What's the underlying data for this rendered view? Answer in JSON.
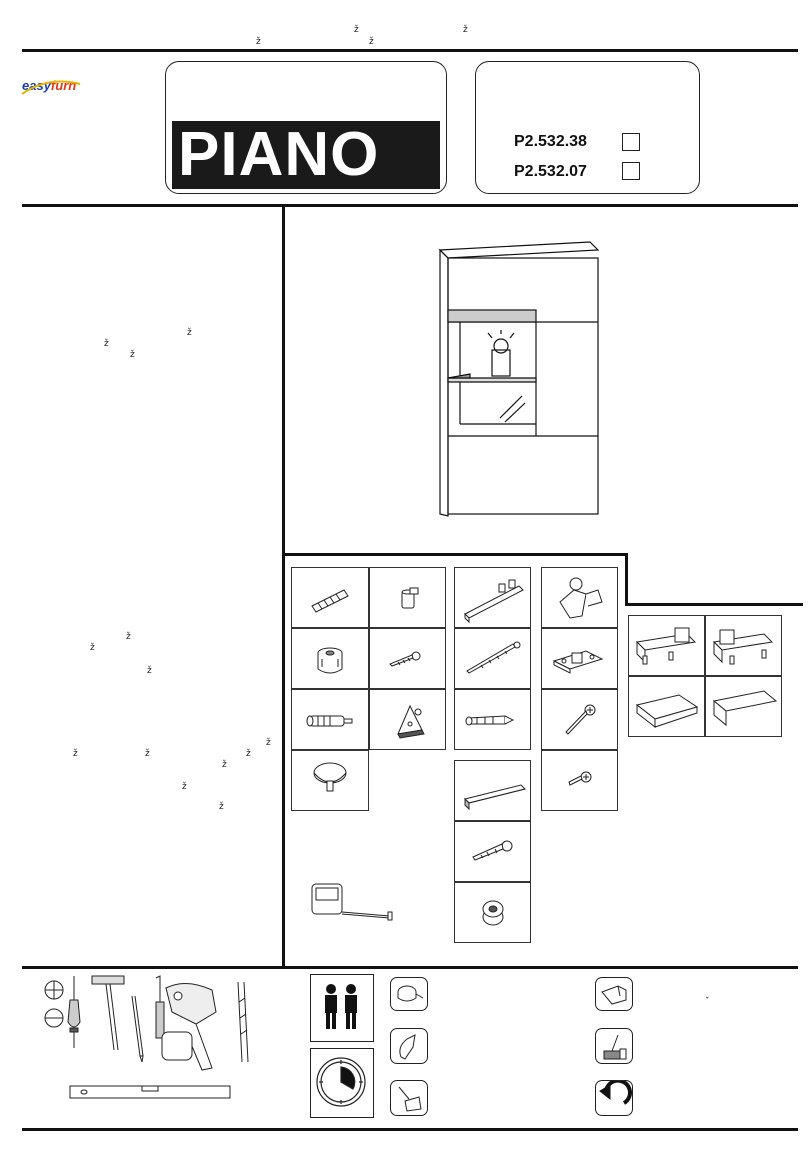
{
  "header": {
    "stray_marks": [
      "ž",
      "ž",
      "ž",
      "ž"
    ]
  },
  "brand": {
    "logo_part1": "easy",
    "logo_part2": "fürn"
  },
  "product": {
    "name": "PIANO",
    "codes": [
      {
        "code": "P2.532.38",
        "checked": false
      },
      {
        "code": "P2.532.07",
        "checked": false
      }
    ]
  },
  "left_column": {
    "marks_upper": [
      "ž",
      "ž",
      "ž"
    ],
    "marks_lower": [
      "ž",
      "ž",
      "ž",
      "ž",
      "ž",
      "ž",
      "ž",
      "ž",
      "ž",
      "ž"
    ]
  },
  "bottom": {
    "stray_marks": [
      "ˇ"
    ]
  },
  "colors": {
    "ink": "#111111",
    "logo_blue": "#1b3fb0",
    "logo_red": "#e03a1a"
  },
  "icons": {
    "tools": [
      "phillips-screwdriver-icon",
      "flat-screwdriver-icon",
      "hammer-icon",
      "pencil-icon",
      "hex-key-icon",
      "drill-icon",
      "drill-bit-icon",
      "spirit-level-icon",
      "measuring-tape-icon"
    ],
    "instructions": [
      "two-people-icon",
      "clock-icon",
      "tape-icon",
      "glove-icon",
      "cloth-icon",
      "hammer-icon",
      "dustpan-icon",
      "rotate-icon"
    ]
  }
}
